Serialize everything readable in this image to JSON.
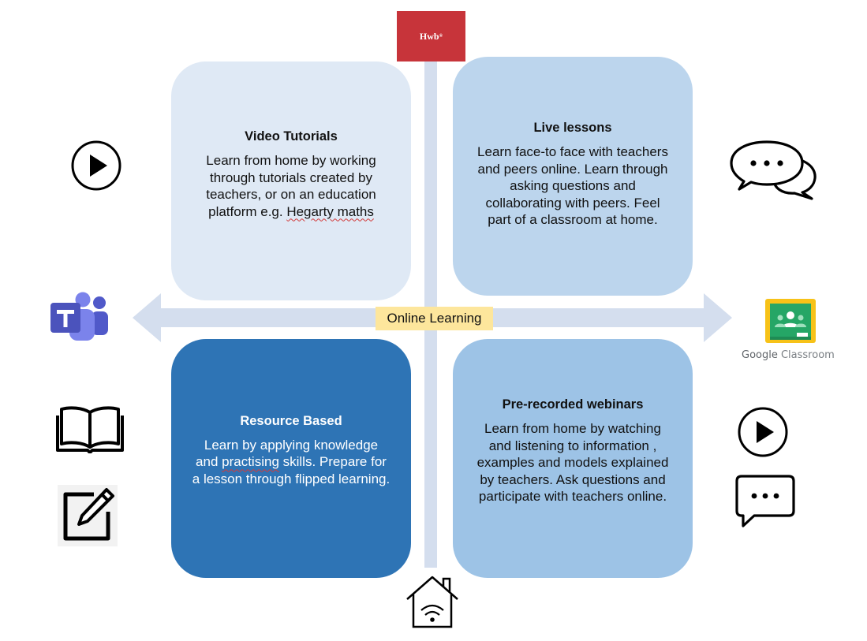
{
  "center_label": "Online Learning",
  "hwb_logo": {
    "text": "Hwb",
    "mark": "®"
  },
  "quadrants": [
    {
      "title": "Video Tutorials",
      "text_before": "Learn from home by working through tutorials created by teachers, or on an education platform e.g. ",
      "text_flagged": "Hegarty maths",
      "text_after": "",
      "fill": "#dfe9f5"
    },
    {
      "title": "Live lessons",
      "text": "Learn face-to face with teachers and peers online. Learn through asking questions and collaborating with peers. Feel part of a classroom at home.",
      "fill": "#bcd5ed"
    },
    {
      "title": "Resource Based",
      "text_before": "Learn by applying knowledge and  ",
      "text_flagged": "practising",
      "text_after": " skills. Prepare for a lesson through flipped learning.",
      "fill": "#2e74b5"
    },
    {
      "title": "Pre-recorded webinars",
      "text": "Learn from home by watching and listening to information , examples and models  explained by teachers. Ask questions and participate with teachers online.",
      "fill": "#9dc3e6"
    }
  ],
  "google_classroom": {
    "word1": "Google",
    "word2": "Classroom"
  },
  "icons": [
    "play-circle-icon",
    "speech-bubbles-icon",
    "teams-icon",
    "google-classroom-icon",
    "open-book-icon",
    "edit-pencil-icon",
    "play-circle-icon",
    "chat-bubble-icon",
    "home-wifi-icon"
  ],
  "colors": {
    "axis": "#d4deee",
    "label_fill": "#fde69c",
    "hwb_red": "#c7343a",
    "teams_purple": "#5059c9",
    "classroom_green": "#25a666",
    "classroom_yellow": "#f7c218"
  }
}
